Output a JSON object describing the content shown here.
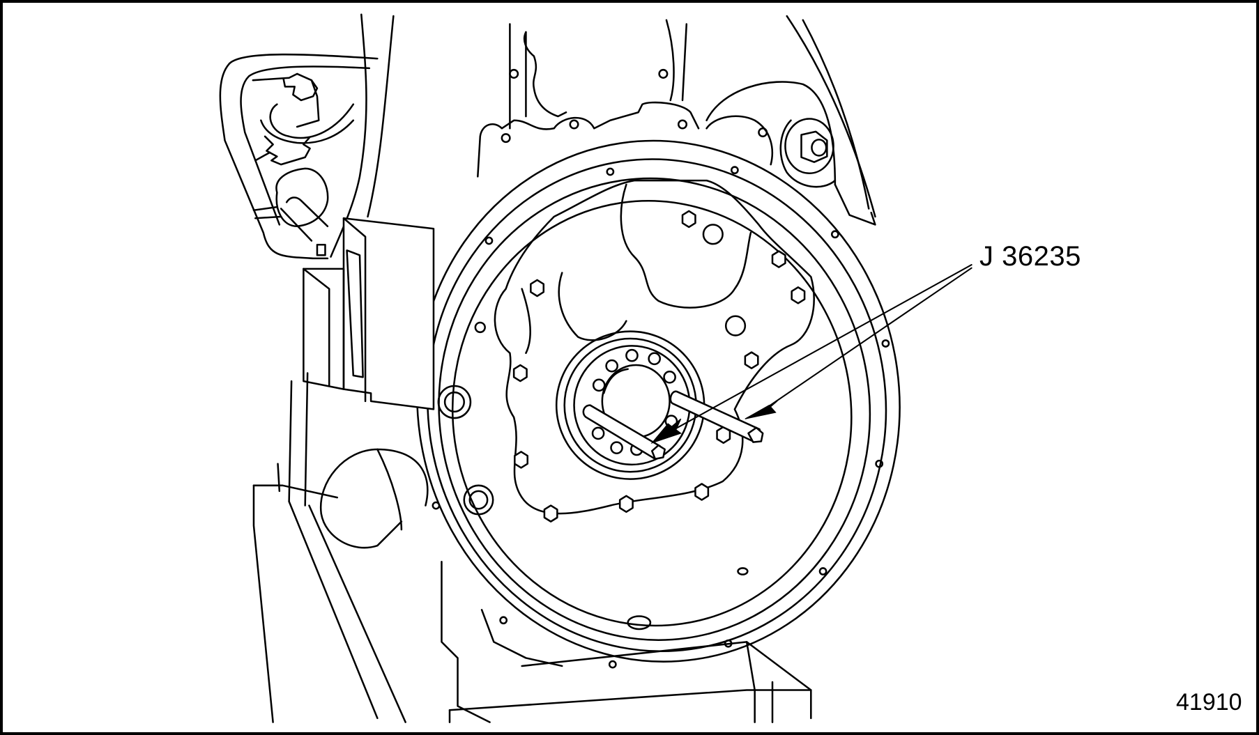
{
  "figure": {
    "type": "technical line illustration",
    "subject": "engine flywheel housing with crankshaft flange and guide pins installed",
    "figure_number": "41910",
    "colors": {
      "line": "#000000",
      "background": "#ffffff",
      "frame": "#000000"
    }
  },
  "callouts": [
    {
      "id": "tool",
      "label": "J 36235",
      "arrows": 2,
      "points_to": "two guide pins in crankshaft flange"
    }
  ]
}
